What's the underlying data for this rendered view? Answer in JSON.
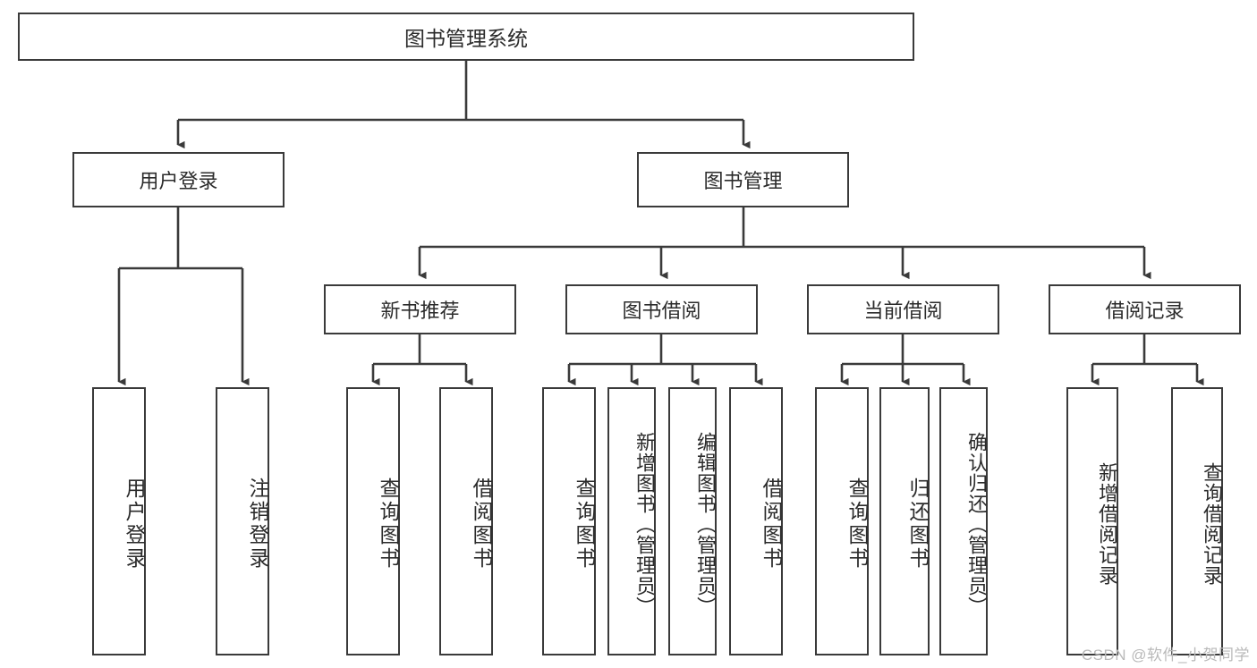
{
  "diagram": {
    "type": "tree-hierarchy",
    "title": "图书管理系统",
    "root": {
      "id": "root",
      "label": "图书管理系统"
    },
    "level2": [
      {
        "id": "user-login",
        "label": "用户登录"
      },
      {
        "id": "book-management",
        "label": "图书管理"
      }
    ],
    "level3": [
      {
        "id": "new-book-recommend",
        "label": "新书推荐",
        "parent": "book-management"
      },
      {
        "id": "book-borrow",
        "label": "图书借阅",
        "parent": "book-management"
      },
      {
        "id": "current-borrow",
        "label": "当前借阅",
        "parent": "book-management"
      },
      {
        "id": "borrow-record",
        "label": "借阅记录",
        "parent": "book-management"
      }
    ],
    "leaves": [
      {
        "id": "leaf-user-login",
        "label": "用户登录",
        "parent": "user-login"
      },
      {
        "id": "leaf-logout-login",
        "label": "注销登录",
        "parent": "user-login"
      },
      {
        "id": "leaf-query-book-1",
        "label": "查询图书",
        "parent": "new-book-recommend"
      },
      {
        "id": "leaf-borrow-book-1",
        "label": "借阅图书",
        "parent": "new-book-recommend"
      },
      {
        "id": "leaf-query-book-2",
        "label": "查询图书",
        "parent": "book-borrow"
      },
      {
        "id": "leaf-add-book",
        "label": "新增图书（管理员）",
        "parent": "book-borrow"
      },
      {
        "id": "leaf-edit-book",
        "label": "编辑图书（管理员）",
        "parent": "book-borrow"
      },
      {
        "id": "leaf-borrow-book-2",
        "label": "借阅图书",
        "parent": "book-borrow"
      },
      {
        "id": "leaf-query-book-3",
        "label": "查询图书",
        "parent": "current-borrow"
      },
      {
        "id": "leaf-return-book",
        "label": "归还图书",
        "parent": "current-borrow"
      },
      {
        "id": "leaf-confirm-return",
        "label": "确认归还（管理员）",
        "parent": "current-borrow"
      },
      {
        "id": "leaf-add-record",
        "label": "新增借阅记录",
        "parent": "borrow-record"
      },
      {
        "id": "leaf-query-record",
        "label": "查询借阅记录",
        "parent": "borrow-record"
      }
    ],
    "colors": {
      "box_border": "#3a3a3a",
      "box_fill": "#ffffff",
      "text": "#2b2b2b",
      "connector": "#3a3a3a",
      "watermark": "#b9b9b9",
      "background": "#ffffff"
    }
  },
  "watermark": {
    "text": "CSDN @软件_小贺同学"
  }
}
